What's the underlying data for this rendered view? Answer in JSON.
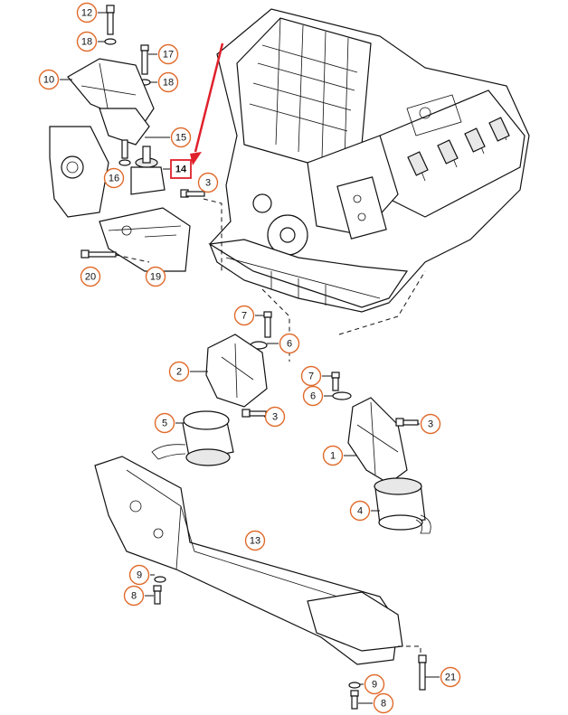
{
  "callouts": [
    {
      "id": "c12a",
      "label": "12"
    },
    {
      "id": "c18a",
      "label": "18"
    },
    {
      "id": "c17",
      "label": "17"
    },
    {
      "id": "c10",
      "label": "10"
    },
    {
      "id": "c18b",
      "label": "18"
    },
    {
      "id": "c15",
      "label": "15"
    },
    {
      "id": "c14",
      "label": "14",
      "highlight": true
    },
    {
      "id": "c16",
      "label": "16"
    },
    {
      "id": "c3a",
      "label": "3"
    },
    {
      "id": "c20",
      "label": "20"
    },
    {
      "id": "c19",
      "label": "19"
    },
    {
      "id": "c7a",
      "label": "7"
    },
    {
      "id": "c6a",
      "label": "6"
    },
    {
      "id": "c2",
      "label": "2"
    },
    {
      "id": "c3b",
      "label": "3"
    },
    {
      "id": "c5",
      "label": "5"
    },
    {
      "id": "c7b",
      "label": "7"
    },
    {
      "id": "c6b",
      "label": "6"
    },
    {
      "id": "c3c",
      "label": "3"
    },
    {
      "id": "c1",
      "label": "1"
    },
    {
      "id": "c4",
      "label": "4"
    },
    {
      "id": "c13",
      "label": "13"
    },
    {
      "id": "c9a",
      "label": "9"
    },
    {
      "id": "c8a",
      "label": "8"
    },
    {
      "id": "c21",
      "label": "21"
    },
    {
      "id": "c9b",
      "label": "9"
    },
    {
      "id": "c8b",
      "label": "8"
    }
  ],
  "colors": {
    "callout_border": "#e06a2a",
    "highlight_border": "#e0202a",
    "arrow": "#e0202a",
    "line": "#111111"
  }
}
